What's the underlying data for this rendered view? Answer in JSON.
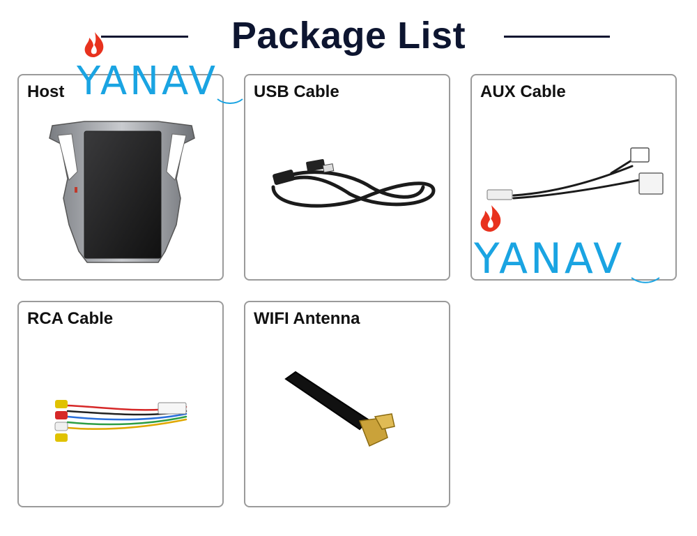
{
  "header": {
    "title": "Package List"
  },
  "brand": {
    "logo_text": "YANAV",
    "logo_color": "#1aa4e2",
    "flame_color": "#e8321e"
  },
  "items": [
    {
      "label": "Host",
      "icon": "car-stereo-host"
    },
    {
      "label": "USB Cable",
      "icon": "usb-cable"
    },
    {
      "label": "AUX Cable",
      "icon": "aux-cable"
    },
    {
      "label": "RCA Cable",
      "icon": "rca-cable"
    },
    {
      "label": "WIFI Antenna",
      "icon": "wifi-antenna"
    }
  ]
}
